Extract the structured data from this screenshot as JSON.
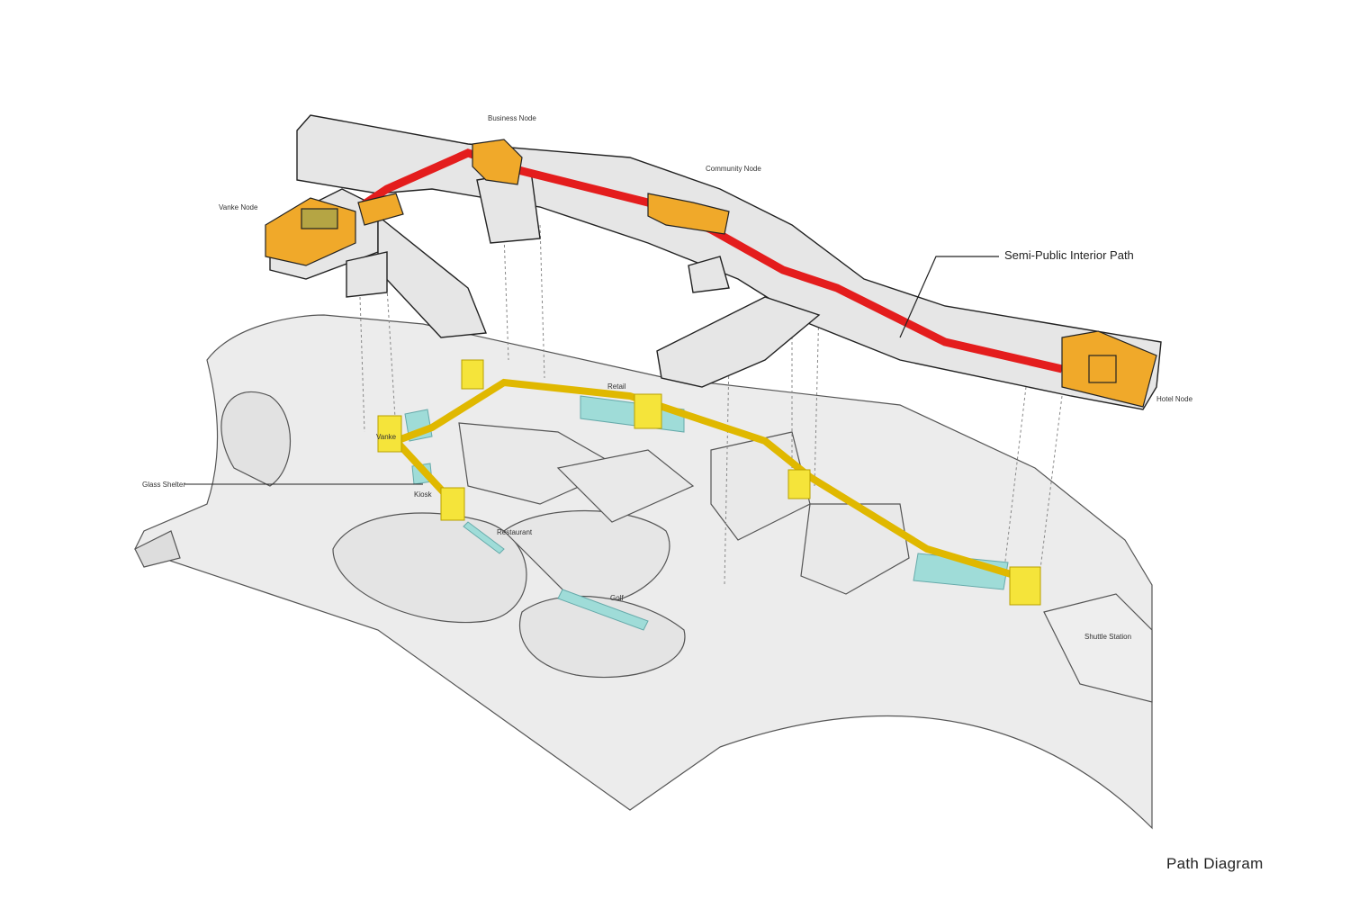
{
  "title": "Path Diagram",
  "upper_labels": {
    "vanke": "Vanke Node",
    "business": "Business Node",
    "community": "Community Node",
    "hotel": "Hotel Node",
    "path": "Semi-Public Interior Path"
  },
  "ground_labels": {
    "glass": "Glass Shelter",
    "retail": "Retail",
    "vanke_station": "Vanke",
    "kiosk": "Kiosk",
    "restaurant": "Restaurant",
    "golf": "Golf",
    "station": "Shuttle Station"
  },
  "colors": {
    "node": "#f0a92a",
    "interior_path": "#e41d1d",
    "ground_path": "#f2d51c",
    "ground_node": "#f5e43a",
    "program": "#9fdcd8",
    "mass": "#e6e6e6"
  }
}
